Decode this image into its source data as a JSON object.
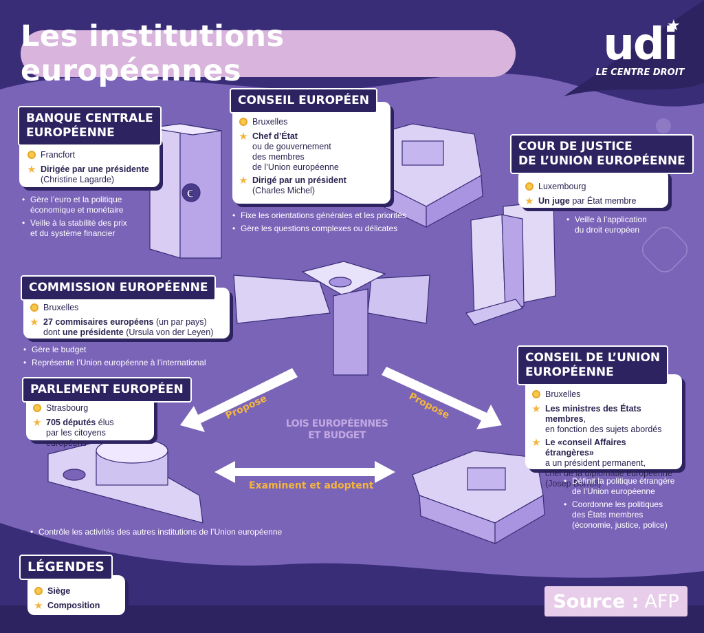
{
  "title": "Les institutions européennes",
  "logo": {
    "name": "udi",
    "tagline": "LE CENTRE DROIT"
  },
  "colors": {
    "background": "#7a64b8",
    "dark": "#2c2360",
    "accent": "#f3b53d",
    "pill": "#d9b5dd"
  },
  "bce": {
    "title_line1": "BANQUE CENTRALE",
    "title_line2": "EUROPÉENNE",
    "seat": "Francfort",
    "composition_bold": "Dirigée par une présidente",
    "composition_rest": "(Christine Lagarde)",
    "bullets": [
      "Gère l’euro et la politique économique et monétaire",
      "Veille à la stabilité des prix et du système financier"
    ],
    "bullet1_l1": "Gère l’euro et la politique",
    "bullet1_l2": "économique et monétaire",
    "bullet2_l1": "Veille à la stabilité des prix",
    "bullet2_l2": "et du système financier"
  },
  "conseil_europeen": {
    "title": "CONSEIL EUROPÉEN",
    "seat": "Bruxelles",
    "comp1_bold": "Chef d’État",
    "comp1_l2": "ou de gouvernement",
    "comp1_l3": "des membres",
    "comp1_l4": "de l’Union européenne",
    "comp2_bold": "Dirigé par un président",
    "comp2_rest": "(Charles Michel)",
    "bullet1": "Fixe les orientations générales et les priorités",
    "bullet2": "Gère les questions complexes ou délicates"
  },
  "cour_justice": {
    "title_line1": "COUR DE JUSTICE",
    "title_line2": "DE L’UNION EUROPÉENNE",
    "seat": "Luxembourg",
    "comp_bold": "Un juge",
    "comp_rest": "par État membre",
    "bullet_l1": "Veille à l’application",
    "bullet_l2": "du droit européen"
  },
  "commission": {
    "title": "COMMISSION EUROPÉENNE",
    "seat": "Bruxelles",
    "comp_bold1": "27 commisaires européens",
    "comp_rest1": "(un par pays)",
    "comp_pre2": "dont",
    "comp_bold2": "une présidente",
    "comp_rest2": "(Ursula von der Leyen)",
    "bullet1": "Gère le budget",
    "bullet2": "Représente l’Union européenne à l’international"
  },
  "parlement": {
    "title": "PARLEMENT EUROPÉEN",
    "seat": "Strasbourg",
    "comp_bold": "705 députés",
    "comp_rest": "élus",
    "comp_l2": "par les citoyens européens",
    "bullet": "Contrôle les activités des autres institutions de l’Union européenne"
  },
  "conseil_union": {
    "title_line1": "CONSEIL DE L’UNION",
    "title_line2": "EUROPÉENNE",
    "seat": "Bruxelles",
    "comp1_bold": "Les ministres des États membres",
    "comp1_rest": ",",
    "comp1_l2": "en fonction des sujets abordés",
    "comp2_bold": "Le «conseil Affaires étrangères»",
    "comp2_l2": "a un président permanent,",
    "comp2_l3": "chef de la diplomatie européenne",
    "comp2_l4": "(Josep Borrell)",
    "bullet1_l1": "Définit la politique étrangère",
    "bullet1_l2": "de l’Union européenne",
    "bullet2_l1": "Coordonne les politiques",
    "bullet2_l2": "des États membres",
    "bullet2_l3": "(économie, justice, police)"
  },
  "flow": {
    "propose_left": "Propose",
    "propose_right": "Propose",
    "center_line1": "LOIS EUROPÉENNES",
    "center_line2": "ET BUDGET",
    "bottom": "Examinent et adoptent"
  },
  "legend": {
    "title": "LÉGENDES",
    "seat": "Siège",
    "composition": "Composition"
  },
  "source": {
    "label": "Source :",
    "value": "AFP"
  }
}
